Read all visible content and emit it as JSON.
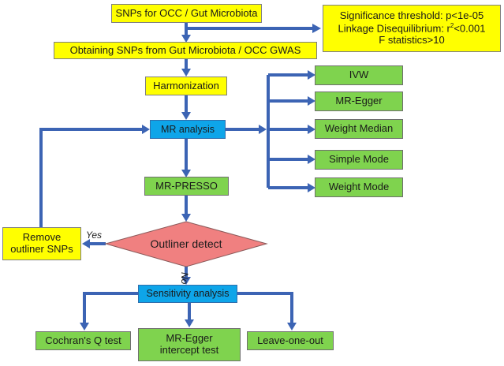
{
  "nodes": {
    "snps_source": "SNPs for OCC / Gut Microbiota",
    "criteria": {
      "line1": "Significance threshold: p<1e-05",
      "line2_pre": "Linkage Disequilibrium: r",
      "line2_sup": "2",
      "line2_post": "<0.001",
      "line3": "F statistics>10"
    },
    "obtaining": "Obtaining SNPs from Gut Microbiota / OCC GWAS",
    "harmonization": "Harmonization",
    "mr_analysis": "MR analysis",
    "methods": [
      "IVW",
      "MR-Egger",
      "Weight Median",
      "Simple Mode",
      "Weight Mode"
    ],
    "mr_presso": "MR-PRESSO",
    "outliner_detect": "Outliner detect",
    "remove": {
      "line1": "Remove",
      "line2": "outliner SNPs"
    },
    "sensitivity": "Sensitivity analysis",
    "tests": {
      "cochran": "Cochran's Q test",
      "egger_intercept": {
        "line1": "MR-Egger",
        "line2": "intercept test"
      },
      "leave_one_out": "Leave-one-out"
    }
  },
  "edge_labels": {
    "yes": "Yes",
    "no": "No"
  },
  "colors": {
    "yellow": "#ffff00",
    "green": "#7fd34e",
    "blue": "#0ea5e9",
    "diamond": "#f08080",
    "arrow": "#3c64b4"
  }
}
